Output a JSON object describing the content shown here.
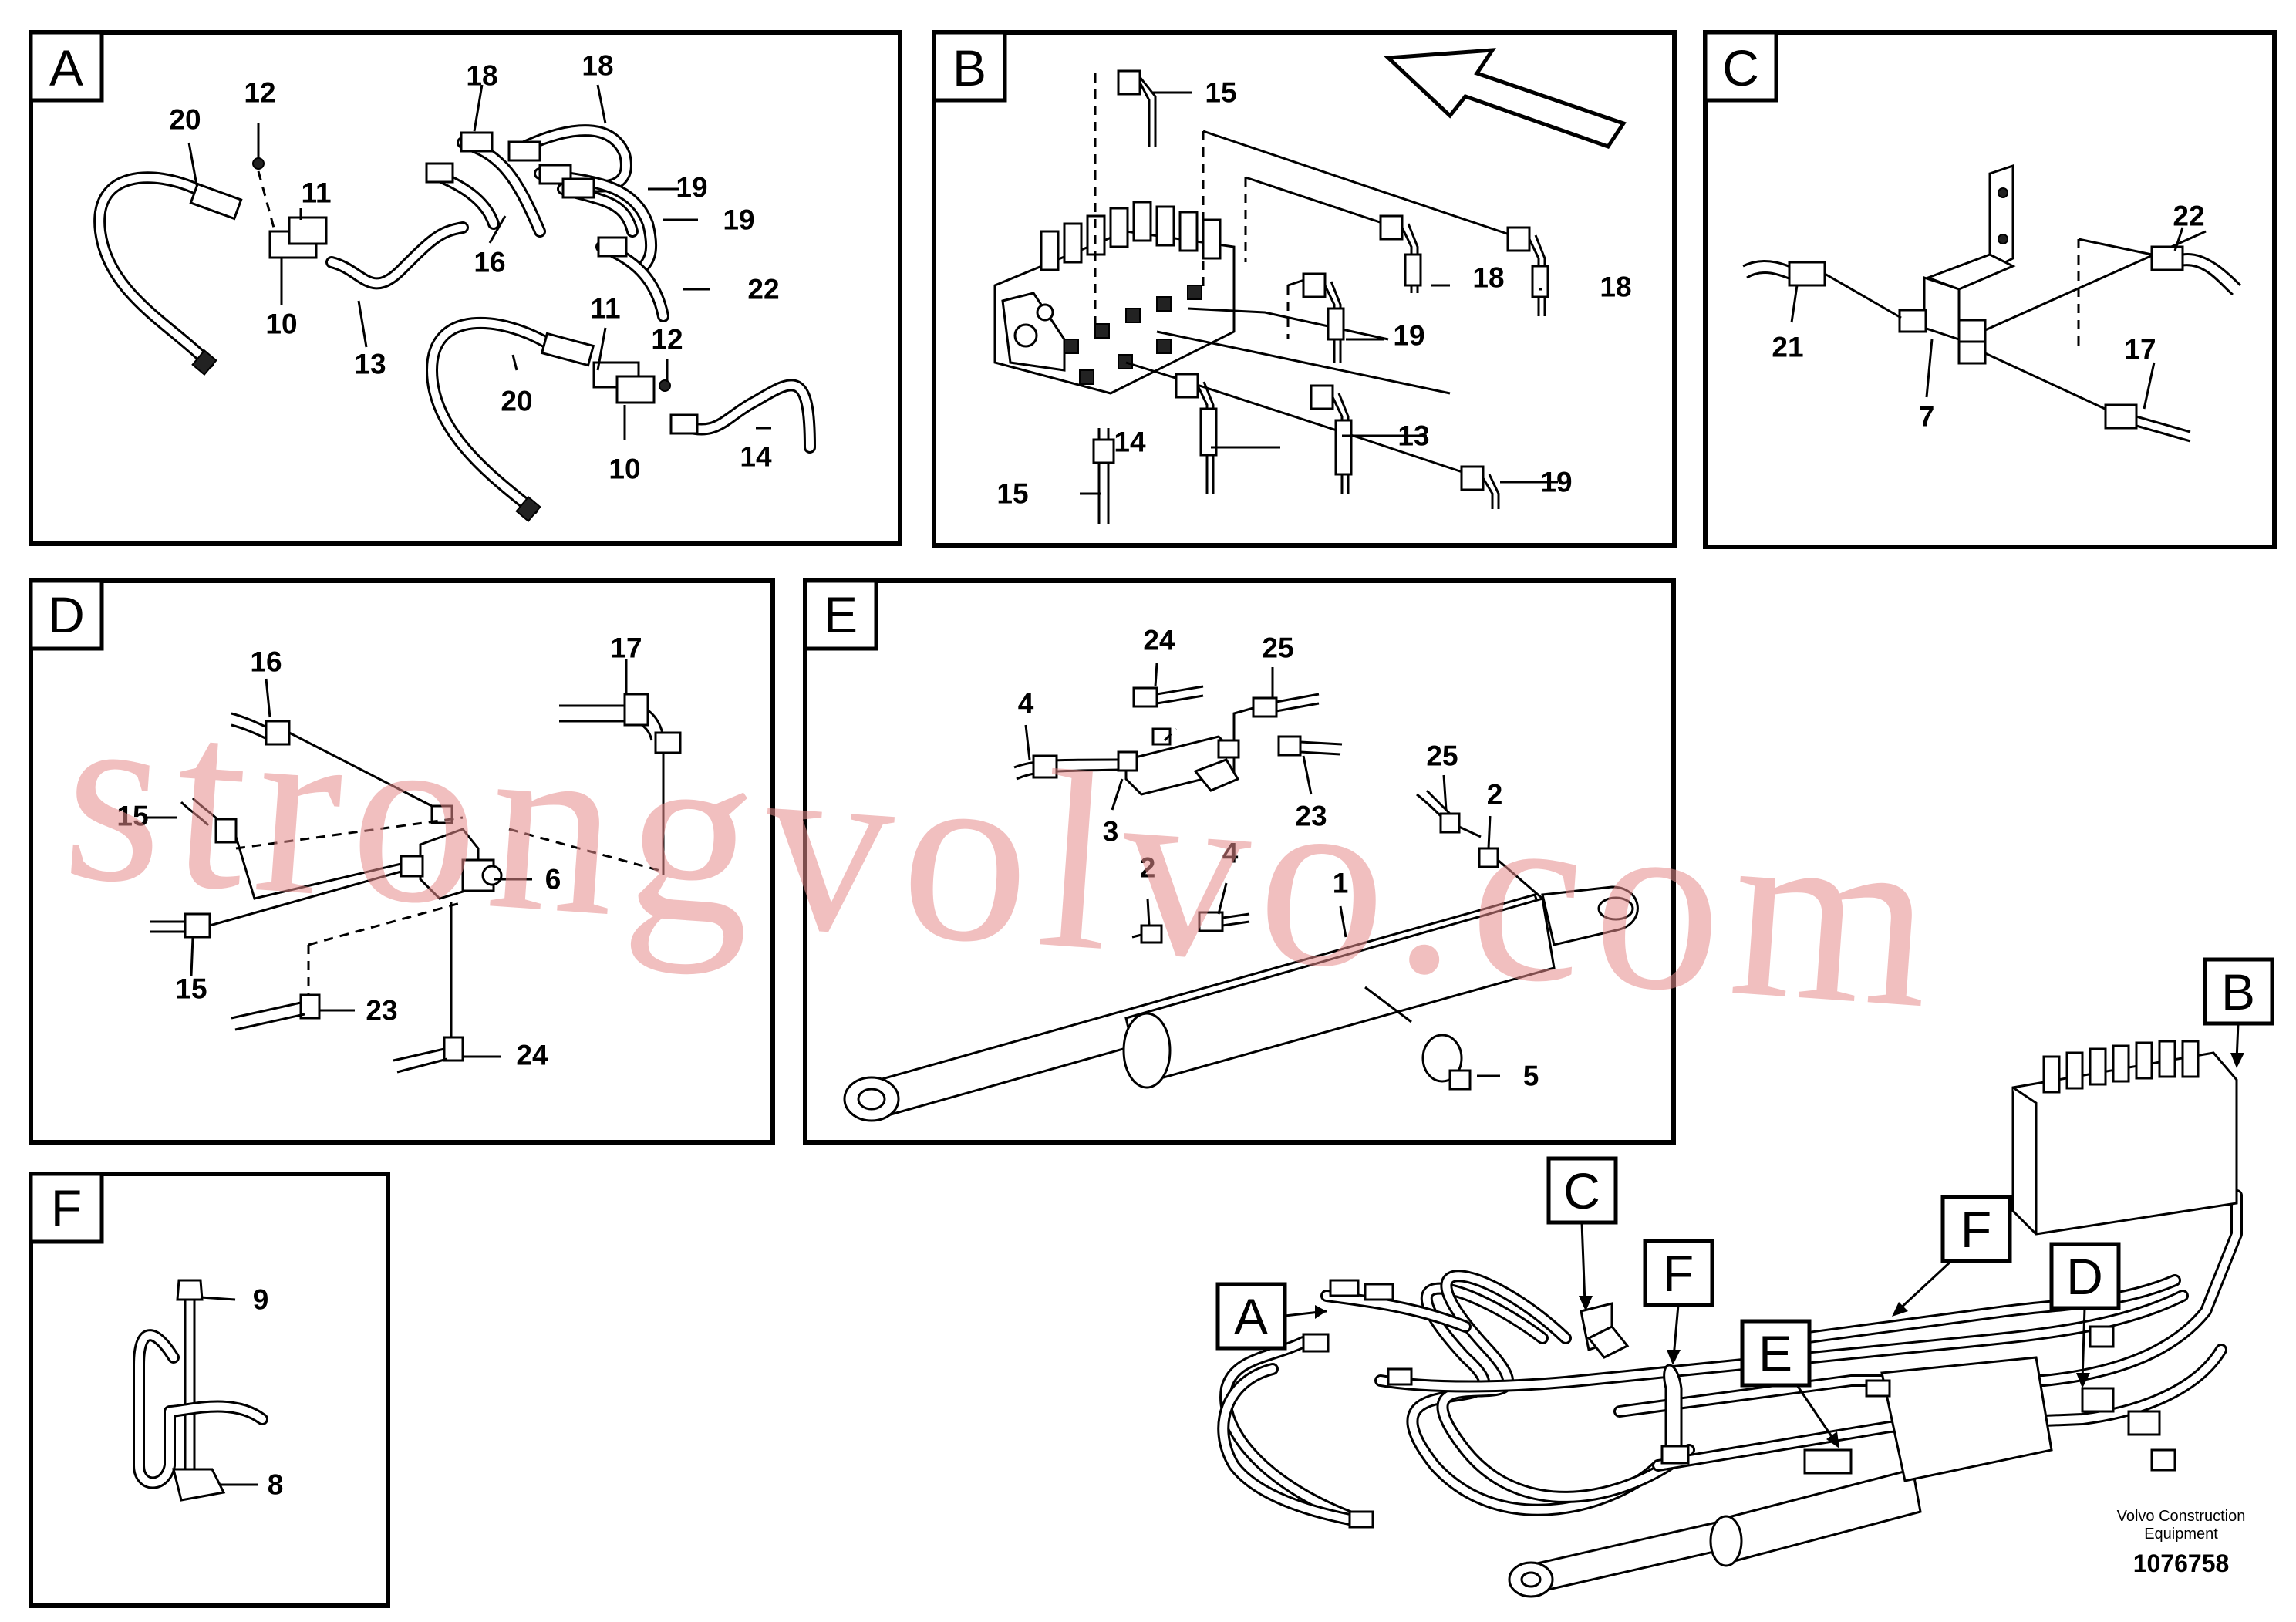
{
  "panels": {
    "A": {
      "tag": "A",
      "callouts": [
        "20",
        "12",
        "11",
        "10",
        "13",
        "18",
        "18",
        "16",
        "19",
        "19",
        "22",
        "11",
        "12",
        "20",
        "10",
        "14"
      ]
    },
    "B": {
      "tag": "B",
      "callouts": [
        "15",
        "18",
        "18",
        "19",
        "14",
        "13",
        "19",
        "15"
      ]
    },
    "C": {
      "tag": "C",
      "callouts": [
        "22",
        "21",
        "7",
        "17"
      ]
    },
    "D": {
      "tag": "D",
      "callouts": [
        "16",
        "17",
        "15",
        "6",
        "15",
        "23",
        "24"
      ]
    },
    "E": {
      "tag": "E",
      "callouts": [
        "24",
        "25",
        "4",
        "3",
        "23",
        "25",
        "2",
        "2",
        "4",
        "1",
        "5"
      ]
    },
    "F": {
      "tag": "F",
      "callouts": [
        "9",
        "8"
      ]
    }
  },
  "overview": {
    "tags": [
      "A",
      "B",
      "C",
      "D",
      "E",
      "F",
      "F"
    ]
  },
  "footer": {
    "maker_line1": "Volvo Construction",
    "maker_line2": "Equipment",
    "ref_number": "1076758"
  },
  "watermark": "strongvolvo.com",
  "colors": {
    "line": "#000000",
    "watermark": "#e58a8a",
    "background": "#ffffff"
  }
}
